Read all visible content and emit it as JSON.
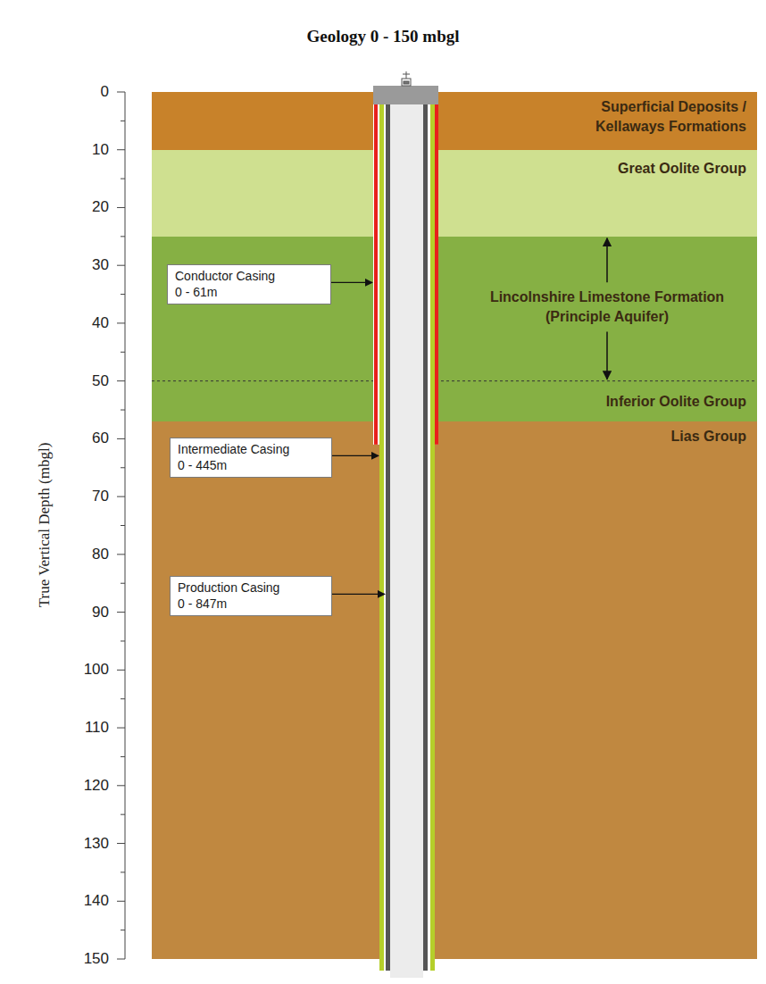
{
  "diagram": {
    "title": "Geology 0 - 150 mbgl",
    "nodes": [
      {
        "text": [
          "Superficial Deposits / Kellaways Formations"
        ]
      },
      {
        "text": [
          "Great Oolite Group"
        ]
      },
      {
        "text": [
          "Lincolnshire Limestone Formation (Principle Aquifer)"
        ]
      },
      {
        "text": [
          "Inferior Oolite Group"
        ]
      },
      {
        "text": [
          "Lias Group"
        ]
      },
      {
        "text": [
          "Conductor Casing",
          "0 - 61m"
        ],
        "in": 2
      },
      {
        "text": [
          "Intermediate Casing",
          "0 - 445m"
        ],
        "in": 4
      },
      {
        "text": [
          "Production Casing",
          "0 - 847m"
        ],
        "in": 4
      }
    ],
    "labels": [
      "True Vertical Depth (mbgl)",
      "0",
      "10",
      "20",
      "30",
      "40",
      "50",
      "60",
      "70",
      "80",
      "90",
      "100",
      "110",
      "120",
      "130",
      "140",
      "150"
    ]
  }
}
